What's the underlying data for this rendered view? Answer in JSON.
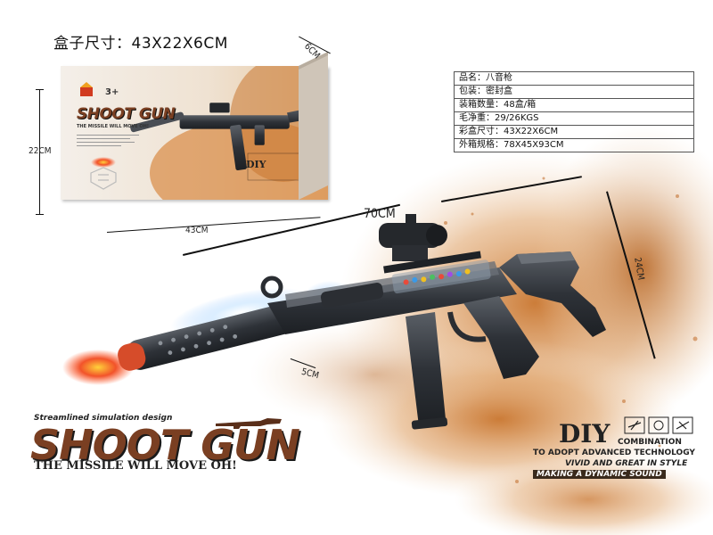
{
  "header": {
    "box_size": "盒子尺寸：43X22X6CM"
  },
  "dimensions": {
    "box_depth": "6CM",
    "box_height": "22CM",
    "box_width": "43CM",
    "gun_length": "70CM",
    "gun_height": "24CM",
    "barrel_width": "5CM"
  },
  "spec_table": [
    "品名：八音枪",
    "包装：密封盒",
    "装箱数量：48盒/箱",
    "毛净重：29/26KGS",
    "彩盒尺寸：43X22X6CM",
    "外箱规格：78X45X93CM"
  ],
  "product_box": {
    "age": "3+",
    "brand": "SHOOT GUN",
    "tagline": "THE MISSILE WILL MOVE OH!",
    "diy": "DIY"
  },
  "brand": {
    "subtitle": "Streamlined simulation design",
    "title": "SHOOT GUN",
    "tagline": "THE MISSILE  WILL MOVE OH!"
  },
  "diy_block": {
    "word": "DIY",
    "combination": "COMBINATION",
    "line1": "TO ADOPT ADVANCED TECHNOLOGY",
    "line2": "VIVID AND GREAT IN STYLE",
    "line3": "MAKING A DYNAMIC SOUND"
  },
  "colors": {
    "brand": "#7a3f22",
    "sand": "#d98c4a",
    "gun": "#3d4148",
    "flame": "#e8432a"
  }
}
